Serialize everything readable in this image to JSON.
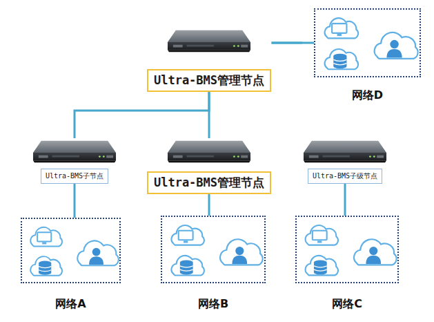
{
  "diagram": {
    "nodes": [
      {
        "text": [
          "Ultra-BMS管理节点"
        ]
      },
      {
        "text": [
          "网络D"
        ]
      },
      {
        "text": [
          "Ultra-BMS子节点"
        ]
      },
      {
        "text": [
          "Ultra-BMS管理节点"
        ]
      },
      {
        "text": [
          "Ultra-BMS子级节点"
        ]
      },
      {
        "text": [
          "网络A"
        ]
      },
      {
        "text": [
          "网络B"
        ]
      },
      {
        "text": [
          "网络C"
        ]
      }
    ],
    "edges": [
      {
        "from": 0,
        "to": 1,
        "arrow": "none"
      },
      {
        "from": 0,
        "to": 2,
        "arrow": "none"
      },
      {
        "from": 0,
        "to": 3,
        "arrow": "none"
      },
      {
        "from": 0,
        "to": 4,
        "arrow": "none"
      },
      {
        "from": 2,
        "to": 5,
        "arrow": "none"
      },
      {
        "from": 3,
        "to": 6,
        "arrow": "none"
      },
      {
        "from": 4,
        "to": 7,
        "arrow": "none"
      }
    ]
  }
}
